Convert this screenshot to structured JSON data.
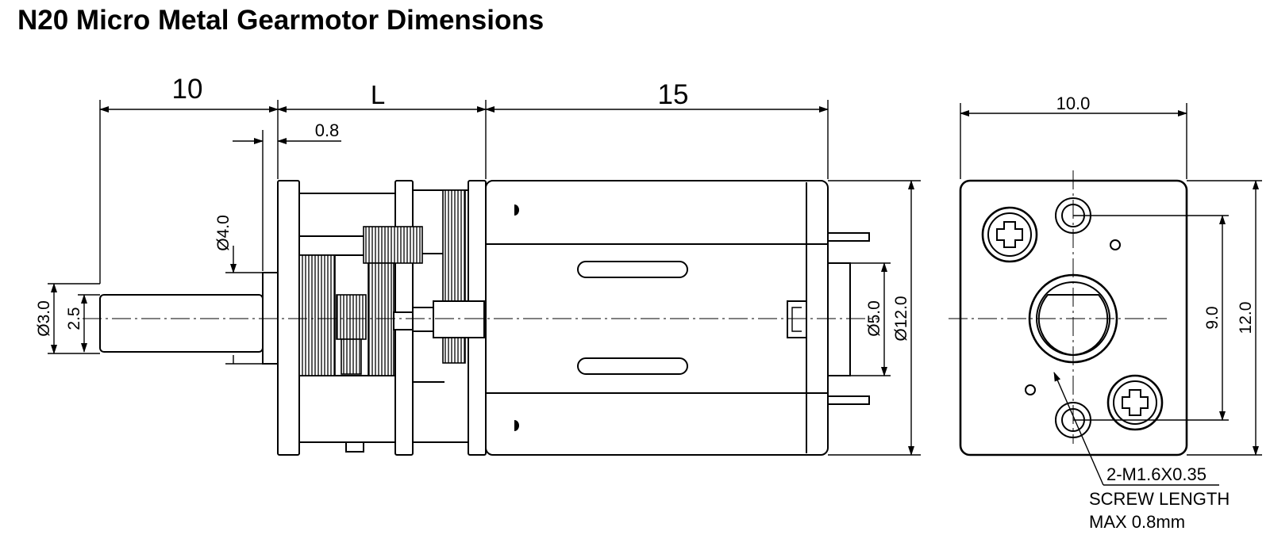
{
  "title": "N20 Micro Metal Gearmotor Dimensions",
  "dimensions": {
    "shaft_length": "10",
    "gearbox_length": "L",
    "motor_length": "15",
    "collar_thickness": "0.8",
    "collar_diameter": "Ø4.0",
    "shaft_diameter": "Ø3.0",
    "shaft_flat": "2.5",
    "bushing_diameter": "Ø5.0",
    "motor_diameter": "Ø12.0",
    "end_width": "10.0",
    "end_height": "12.0",
    "hole_spacing": "9.0"
  },
  "note": {
    "thread": "2-M1.6X0.35",
    "line1": "SCREW LENGTH",
    "line2": "MAX 0.8mm"
  }
}
